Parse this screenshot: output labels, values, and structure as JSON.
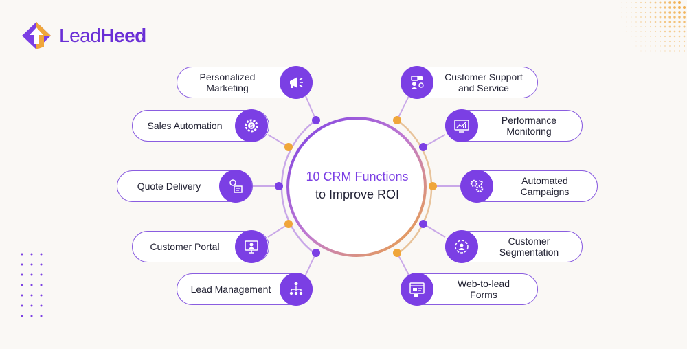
{
  "brand": {
    "name_light": "Lead",
    "name_bold": "Heed"
  },
  "center": {
    "title": "10 CRM Functions",
    "subtitle": "to Improve ROI"
  },
  "functions_left": [
    {
      "line1": "Personalized",
      "line2": "Marketing",
      "icon": "megaphone-icon"
    },
    {
      "line1": "Sales Automation",
      "line2": "",
      "icon": "gear-dollar-icon"
    },
    {
      "line1": "Quote Delivery",
      "line2": "",
      "icon": "invoice-icon"
    },
    {
      "line1": "Customer Portal",
      "line2": "",
      "icon": "monitor-user-icon"
    },
    {
      "line1": "Lead Management",
      "line2": "",
      "icon": "org-chart-icon"
    }
  ],
  "functions_right": [
    {
      "line1": "Customer Support",
      "line2": "and Service",
      "icon": "support-chat-icon"
    },
    {
      "line1": "Performance",
      "line2": "Monitoring",
      "icon": "dashboard-chart-icon"
    },
    {
      "line1": "Automated",
      "line2": "Campaigns",
      "icon": "automation-gears-icon"
    },
    {
      "line1": "Customer",
      "line2": "Segmentation",
      "icon": "segmentation-icon"
    },
    {
      "line1": "Web-to-lead",
      "line2": "Forms",
      "icon": "web-form-icon"
    }
  ],
  "colors": {
    "primary": "#7b3fe4",
    "accent": "#f0a63a",
    "background": "#faf8f5"
  }
}
